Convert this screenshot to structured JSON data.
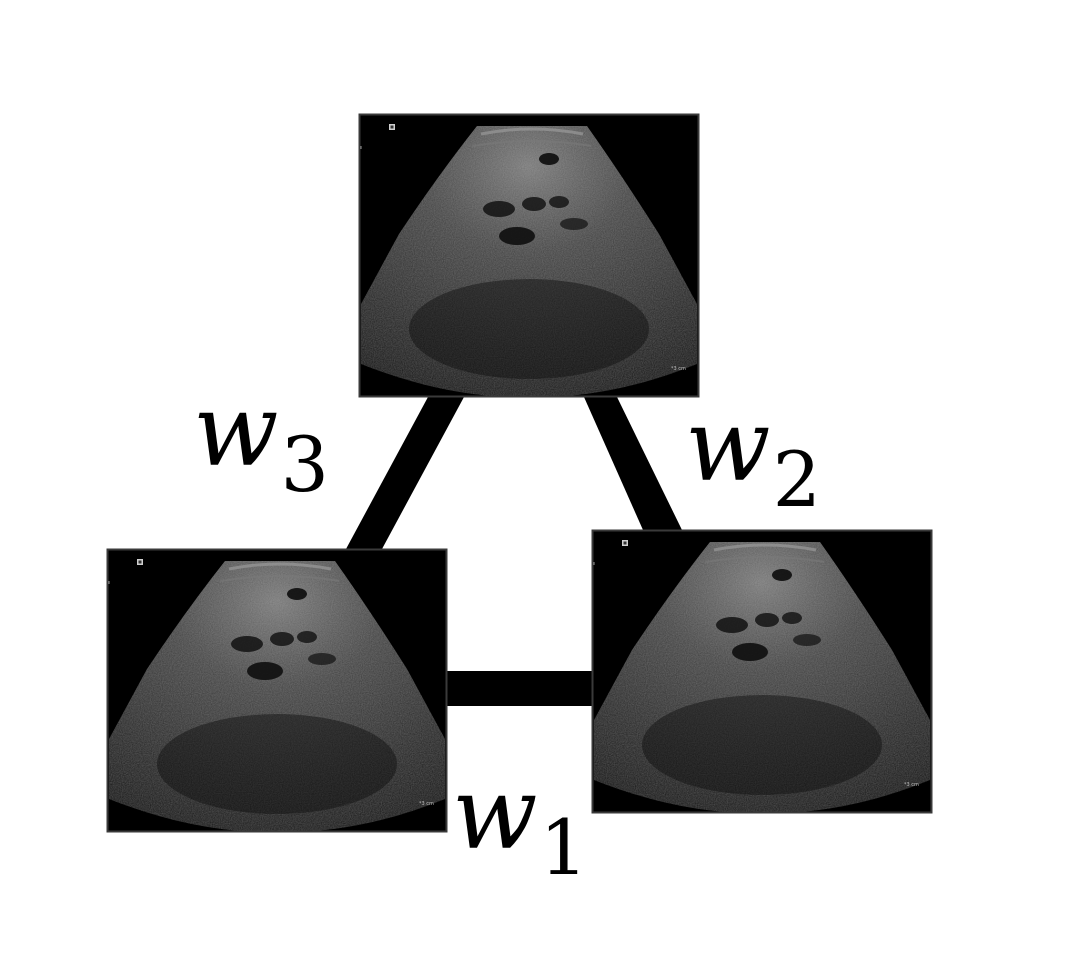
{
  "diagram": {
    "nodes": [
      {
        "id": "top",
        "kind": "ultrasound-image",
        "scale_text": "*3 cm"
      },
      {
        "id": "bottom-left",
        "kind": "ultrasound-image",
        "scale_text": "*3 cm"
      },
      {
        "id": "bottom-right",
        "kind": "ultrasound-image",
        "scale_text": "*3 cm"
      }
    ],
    "edges": [
      {
        "from": "bottom-left",
        "to": "bottom-right",
        "label_base": "w",
        "label_sub": "1"
      },
      {
        "from": "top",
        "to": "bottom-right",
        "label_base": "w",
        "label_sub": "2"
      },
      {
        "from": "top",
        "to": "bottom-left",
        "label_base": "w",
        "label_sub": "3"
      }
    ],
    "colors": {
      "edge": "#000000",
      "image_background": "#000000",
      "image_border": "#3a3a3a",
      "tissue_light": "#8a8a8a",
      "tissue_dark": "#1a1a1a"
    }
  }
}
